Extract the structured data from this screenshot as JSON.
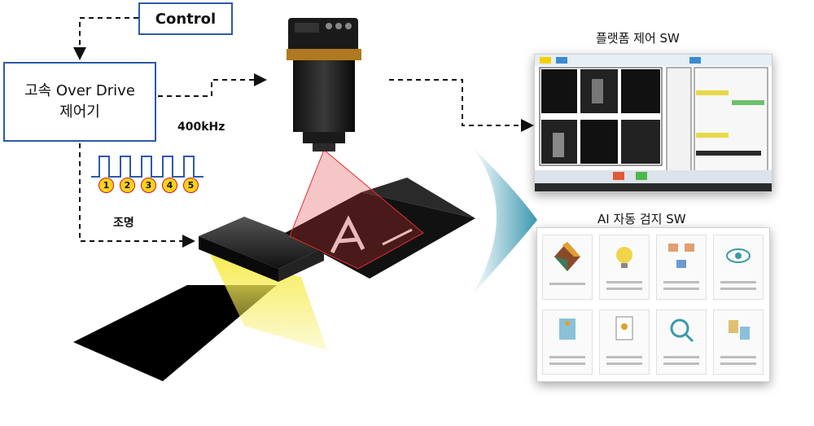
{
  "control_box": {
    "label": "Control"
  },
  "driver_box": {
    "line1": "고속 Over Drive",
    "line2": "제어기"
  },
  "frequency_label": "400kHz",
  "pulse_numbers": [
    "1",
    "2",
    "3",
    "4",
    "5"
  ],
  "lighting_label": "조명",
  "platform_sw": {
    "title": "플랫폼 제어 SW"
  },
  "ai_sw": {
    "title": "AI 자동 검지 SW"
  },
  "colors": {
    "box_border": "#2e5aa8",
    "arrow_dashed": "#111111",
    "laser": "#e03030",
    "light": "#f2e43a",
    "pulse_fill": "#ffd21a",
    "pulse_border": "#d01818",
    "big_arrow": "#4aa3b8"
  }
}
